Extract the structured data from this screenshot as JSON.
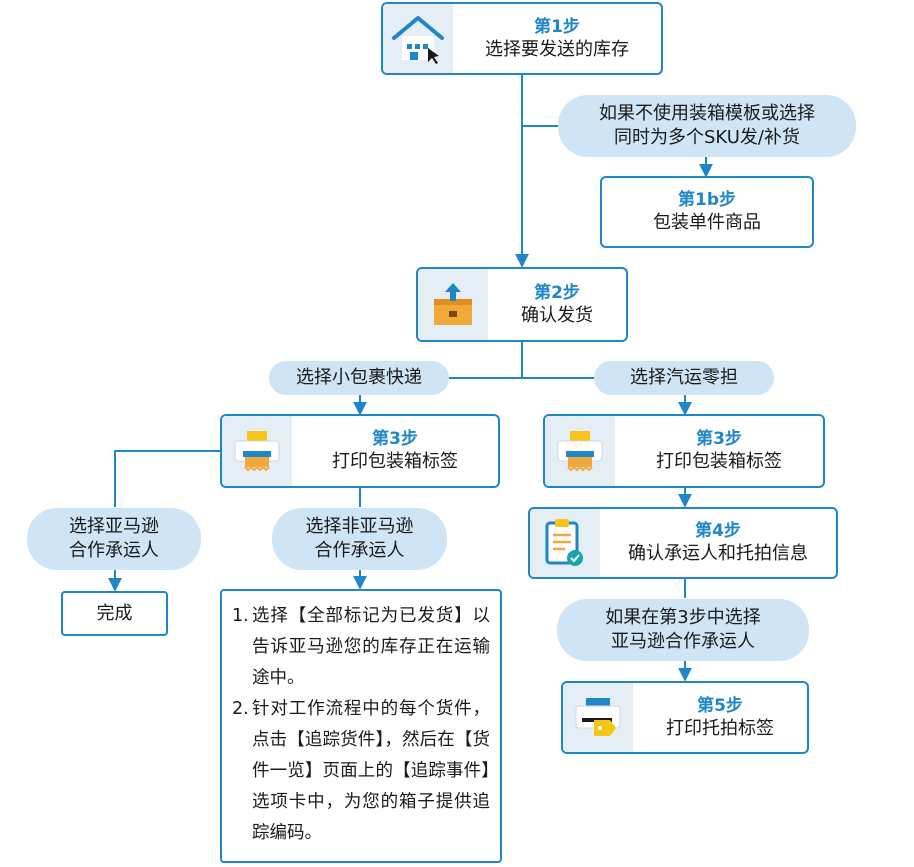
{
  "nodes": {
    "step1": {
      "step": "第1步",
      "desc": "选择要发送的库存"
    },
    "cond_no_template": {
      "text": "如果不使用装箱模板或选择\n同时为多个SKU发/补货"
    },
    "step1b": {
      "step": "第1b步",
      "desc": "包装单件商品"
    },
    "step2": {
      "step": "第2步",
      "desc": "确认发货"
    },
    "choose_spd": {
      "text": "选择小包裹快递"
    },
    "choose_ltl": {
      "text": "选择汽运零担"
    },
    "step3_left": {
      "step": "第3步",
      "desc": "打印包装箱标签"
    },
    "step3_right": {
      "step": "第3步",
      "desc": "打印包装箱标签"
    },
    "choose_amazon": {
      "text": "选择亚马逊\n合作承运人"
    },
    "choose_non_amazon": {
      "text": "选择非亚马逊\n合作承运人"
    },
    "done": {
      "text": "完成"
    },
    "step4": {
      "step": "第4步",
      "desc": "确认承运人和托拍信息"
    },
    "cond_step3": {
      "text": "如果在第3步中选择\n亚马逊合作承运人"
    },
    "step5": {
      "step": "第5步",
      "desc": "打印托拍标签"
    }
  },
  "instructions": [
    {
      "num": "1.",
      "text": "选择【全部标记为已发货】以告诉亚马逊您的库存正在运输途中。"
    },
    {
      "num": "2.",
      "text": "针对工作流程中的每个货件，点击【追踪货件】，然后在【货件一览】页面上的【追踪事件】选项卡中，为您的箱子提供追踪编码。"
    }
  ],
  "icons": {
    "step1": "house-cursor-icon",
    "step2": "box-upload-icon",
    "step3": "printer-icon",
    "step4": "clipboard-check-icon",
    "step5": "printer-tag-icon"
  },
  "colors": {
    "accent": "#1f86c8",
    "pill": "#cfe5f5",
    "icon_bg": "#e6eef5",
    "orange": "#f2a93b",
    "yellow": "#f5c518"
  }
}
